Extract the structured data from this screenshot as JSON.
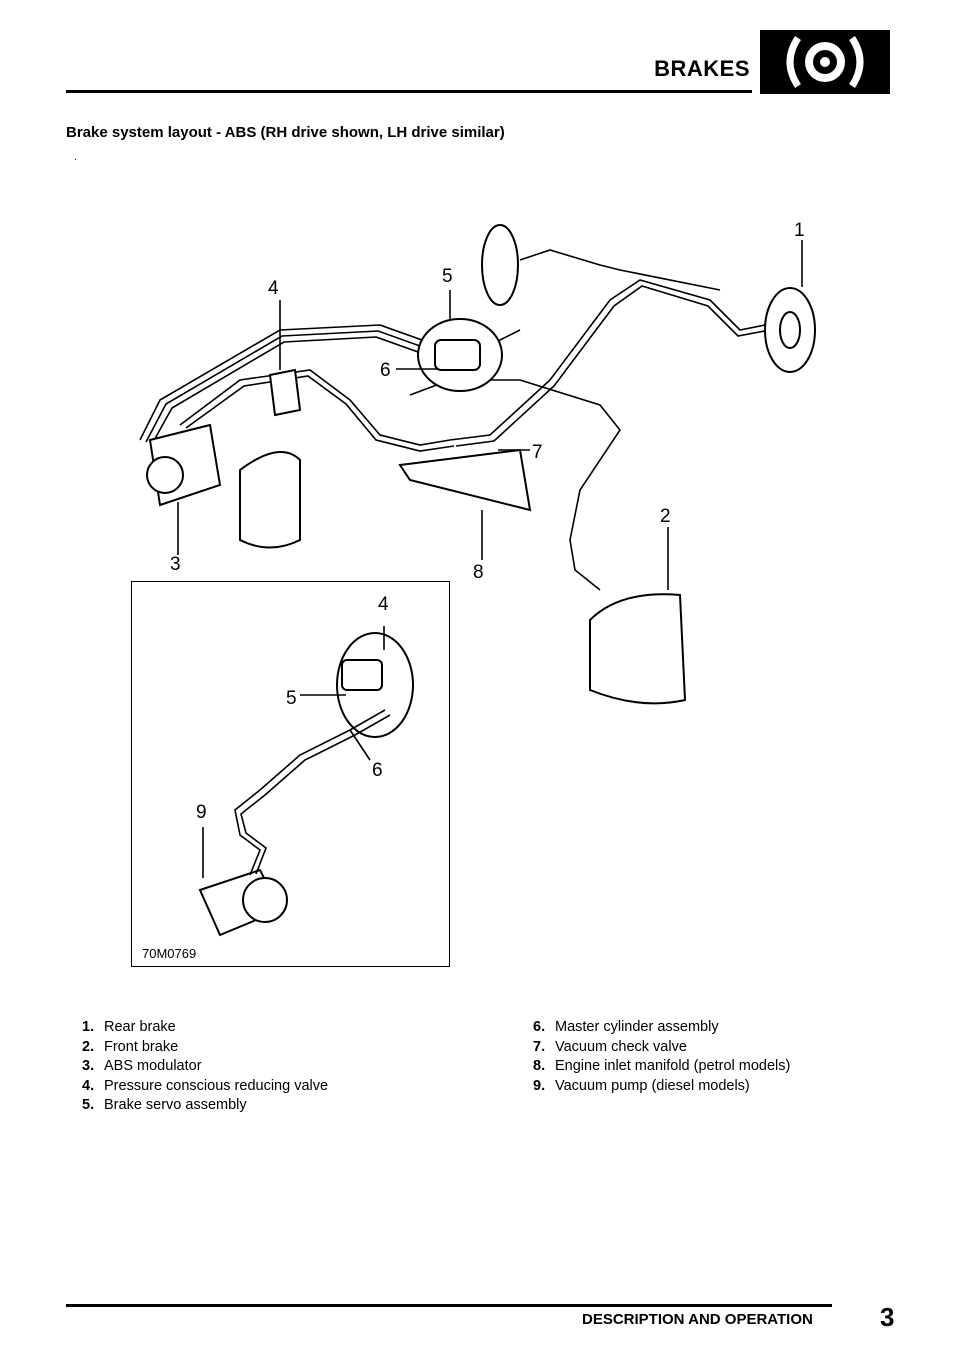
{
  "header": {
    "title": "BRAKES",
    "logo_icon": "brake-disc-icon"
  },
  "section_heading": "Brake system layout - ABS (RH drive shown, LH drive similar)",
  "stray_mark": ".",
  "diagram": {
    "callouts_main": [
      "1",
      "2",
      "3",
      "4",
      "5",
      "6",
      "7",
      "8"
    ],
    "callouts_inset": [
      "4",
      "5",
      "6",
      "9"
    ],
    "reference_code": "70M0769"
  },
  "legend": [
    {
      "num": "1.",
      "text": "Rear brake"
    },
    {
      "num": "2.",
      "text": "Front brake"
    },
    {
      "num": "3.",
      "text": "ABS modulator"
    },
    {
      "num": "4.",
      "text": "Pressure conscious reducing valve"
    },
    {
      "num": "5.",
      "text": "Brake servo assembly"
    },
    {
      "num": "6.",
      "text": "Master cylinder assembly"
    },
    {
      "num": "7.",
      "text": "Vacuum check valve"
    },
    {
      "num": "8.",
      "text": "Engine inlet manifold (petrol models)"
    },
    {
      "num": "9.",
      "text": "Vacuum pump (diesel models)"
    }
  ],
  "footer": {
    "section": "DESCRIPTION AND OPERATION",
    "page": "3"
  }
}
